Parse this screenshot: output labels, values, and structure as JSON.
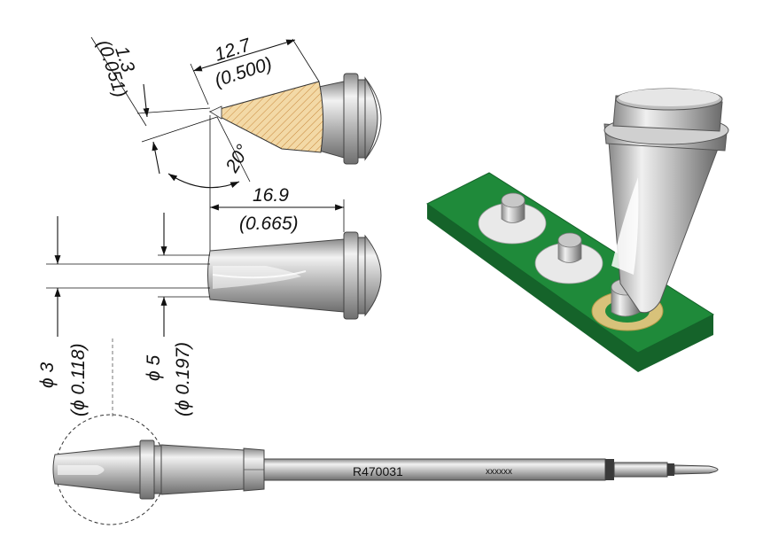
{
  "dimensions": {
    "length_mm": "12.7",
    "length_in": "(0.500)",
    "thickness_mm": "1.3",
    "thickness_in": "(0.051)",
    "angle": "20°",
    "reach_mm": "16.9",
    "reach_in": "(0.665)",
    "tip_diameter_mm": "ϕ 3",
    "tip_diameter_in": "(ϕ 0.118)",
    "body_diameter_mm": "ϕ 5",
    "body_diameter_in": "(ϕ 0.197)"
  },
  "cartridge": {
    "part_number": "R470031",
    "code": "xxxxxx"
  },
  "colors": {
    "pcb_green": "#1f8a3a",
    "pcb_edge": "#15632a",
    "pad_gold": "#d8c27a",
    "hatch_fill": "#f3d9a6",
    "hatch_stroke": "#c98a3e",
    "metal_light": "#e8e8e8",
    "metal_mid": "#b5b5b5",
    "metal_dark": "#7e7e7e"
  }
}
